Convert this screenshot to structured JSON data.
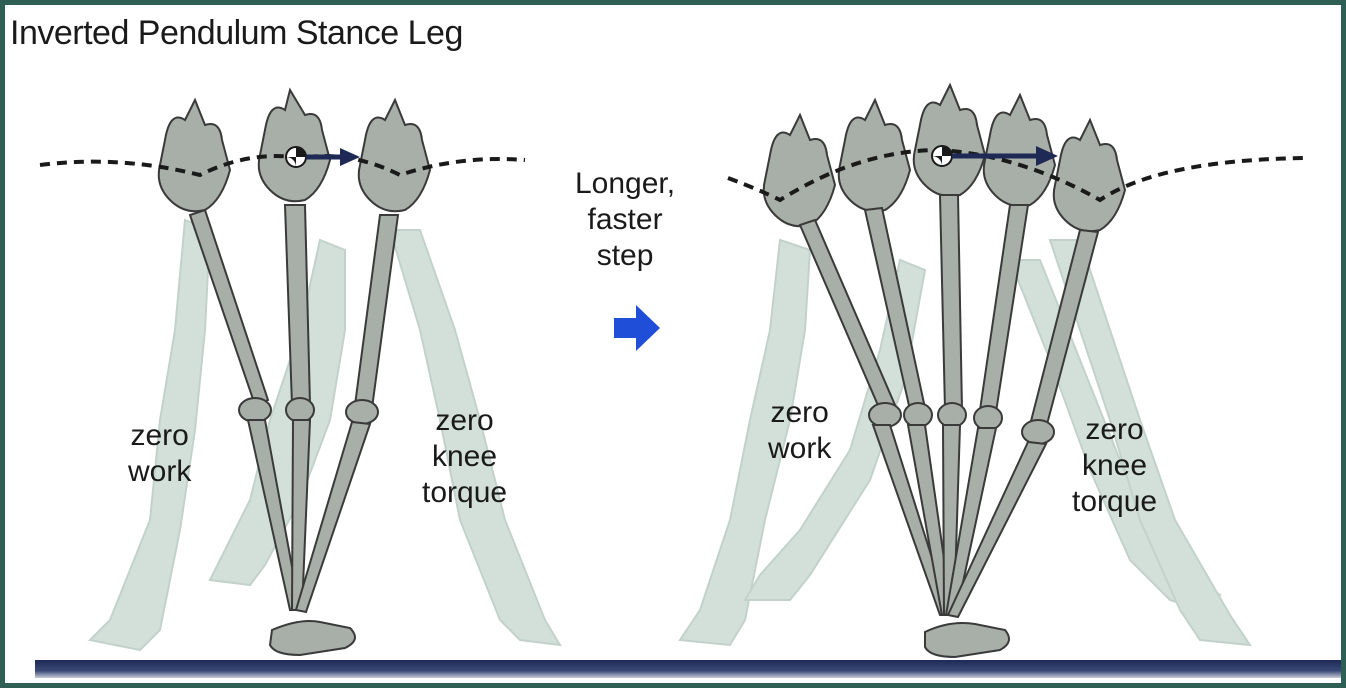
{
  "title": "Inverted Pendulum Stance Leg",
  "left_panel": {
    "label_left": [
      "zero",
      "work"
    ],
    "label_right": [
      "zero",
      "knee",
      "torque"
    ]
  },
  "transition": {
    "lines": [
      "Longer,",
      "faster",
      "step"
    ],
    "arrow_icon": "right-arrow-icon",
    "arrow_color": "#1f4fd8"
  },
  "right_panel": {
    "label_left": [
      "zero",
      "work"
    ],
    "label_right": [
      "zero",
      "knee",
      "torque"
    ]
  },
  "colors": {
    "frame": "#2e5f55",
    "bone": "#a8aea8",
    "bone_stroke": "#3a3a3a",
    "ghost_leg": "#d3e0da",
    "ground": "#1e2a55",
    "com_arrow": "#1e2a55"
  }
}
